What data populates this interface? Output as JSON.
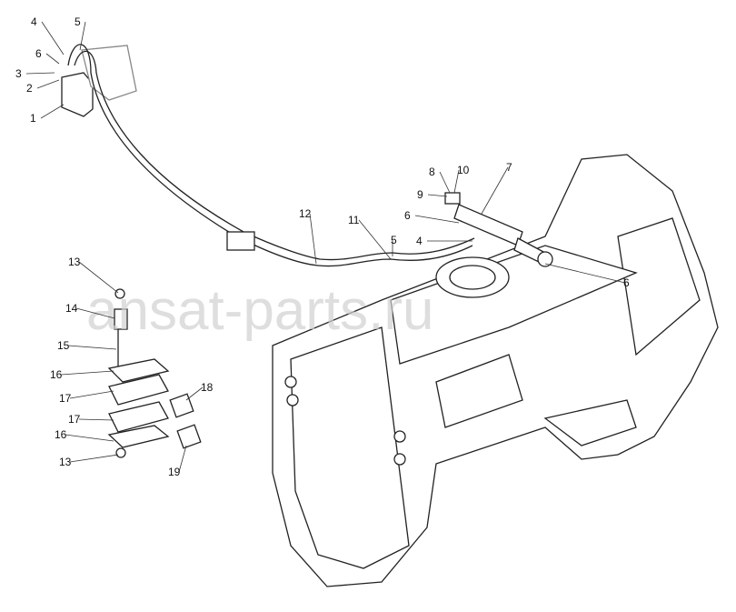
{
  "diagram": {
    "callouts": [
      "4",
      "5",
      "6",
      "3",
      "2",
      "1",
      "8",
      "10",
      "7",
      "9",
      "6",
      "12",
      "11",
      "4",
      "5",
      "6",
      "13",
      "14",
      "15",
      "16",
      "17",
      "18",
      "17",
      "16",
      "13",
      "19"
    ],
    "watermark": "ansat-parts.ru"
  }
}
